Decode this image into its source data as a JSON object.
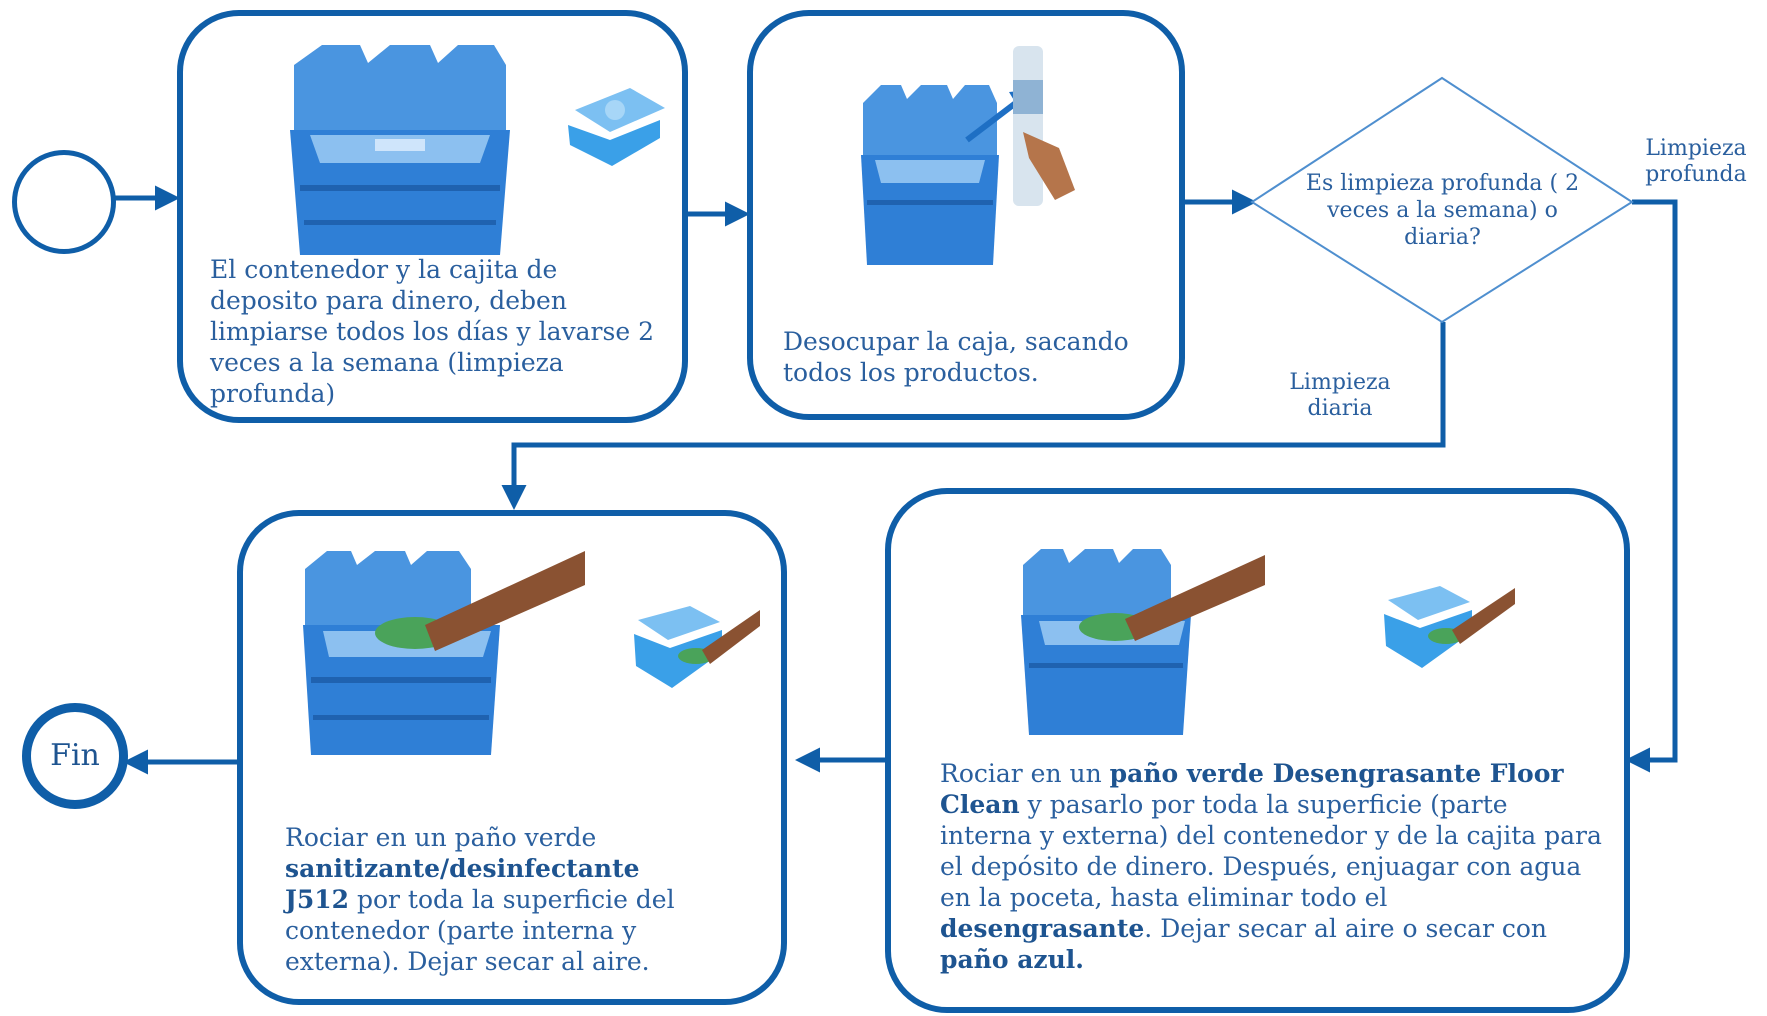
{
  "start": {
    "label": ""
  },
  "step1": {
    "text": "El contenedor y la cajita de deposito para dinero, deben limpiarse todos los días y lavarse 2 veces a la semana (limpieza profunda)"
  },
  "step2": {
    "text": "Desocupar la caja, sacando todos los productos."
  },
  "decision": {
    "text": "Es limpieza profunda ( 2 veces a la semana) o diaria?"
  },
  "branches": {
    "deep": "Limpieza profunda",
    "daily": "Limpieza diaria"
  },
  "step_deep": {
    "seg1": "Rociar en un ",
    "bold1": "paño verde Desengrasante Floor Clean",
    "seg2": "  y pasarlo por toda la superficie (parte interna y externa) del contenedor y de la cajita para el depósito de dinero.  Después, enjuagar con agua en la poceta,  hasta eliminar todo el ",
    "bold2": "desengrasante",
    "seg3": ".   Dejar secar al aire o secar con ",
    "bold3": "paño azul."
  },
  "step_daily": {
    "seg1": "Rociar en un paño verde ",
    "bold1": "sanitizante/desinfectante J512",
    "seg2": " por toda la superficie del contenedor (parte interna y externa).  Dejar secar al aire."
  },
  "end": {
    "label": "Fin"
  },
  "colors": {
    "stroke": "#0f5ea8",
    "text": "#2a5f9e",
    "bin": "#2f7fd6",
    "tray": "#3aa0e8",
    "rag": "#4aa35a",
    "arm": "#8a5232"
  }
}
